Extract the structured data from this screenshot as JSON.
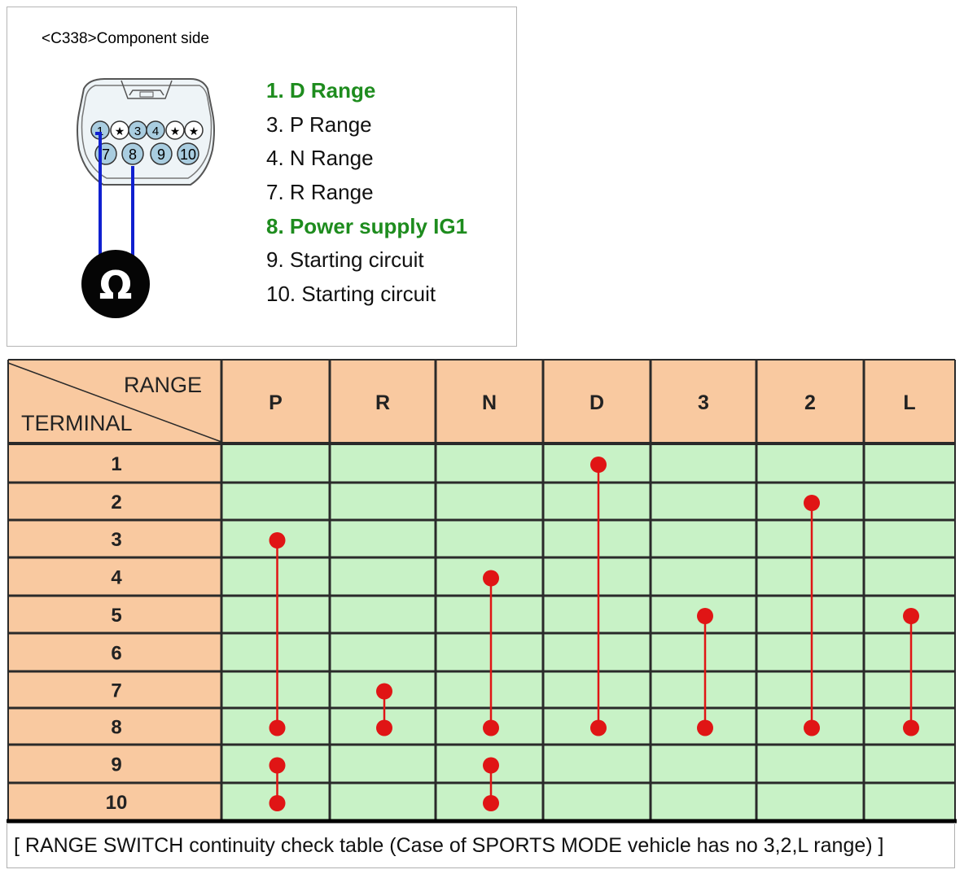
{
  "connector": {
    "title": "<C338>Component side",
    "pin_labels_top": [
      "1",
      "★",
      "3",
      "4",
      "★",
      "★"
    ],
    "pin_labels_bottom": [
      "7",
      "8",
      "9",
      "10"
    ],
    "meter_symbol": "Ω",
    "pins": [
      {
        "text": "1. D Range",
        "highlight": true
      },
      {
        "text": "3. P Range",
        "highlight": false
      },
      {
        "text": "4. N Range",
        "highlight": false
      },
      {
        "text": "7. R Range",
        "highlight": false
      },
      {
        "text": "8. Power supply IG1",
        "highlight": true
      },
      {
        "text": "9. Starting circuit",
        "highlight": false
      },
      {
        "text": "10. Starting circuit",
        "highlight": false
      }
    ]
  },
  "table": {
    "header_range": "RANGE",
    "header_terminal": "TERMINAL",
    "ranges": [
      "P",
      "R",
      "N",
      "D",
      "3",
      "2",
      "L"
    ],
    "terminals": [
      "1",
      "2",
      "3",
      "4",
      "5",
      "6",
      "7",
      "8",
      "9",
      "10"
    ],
    "continuity": [
      {
        "range": "P",
        "groups": [
          [
            3,
            8
          ],
          [
            9,
            10
          ]
        ]
      },
      {
        "range": "R",
        "groups": [
          [
            7,
            8
          ]
        ]
      },
      {
        "range": "N",
        "groups": [
          [
            4,
            8
          ],
          [
            9,
            10
          ]
        ]
      },
      {
        "range": "D",
        "groups": [
          [
            1,
            8
          ]
        ]
      },
      {
        "range": "3",
        "groups": [
          [
            5,
            8
          ]
        ]
      },
      {
        "range": "2",
        "groups": [
          [
            2,
            8
          ]
        ]
      },
      {
        "range": "L",
        "groups": [
          [
            5,
            8
          ]
        ]
      }
    ],
    "caption": "[ RANGE SWITCH continuity check table (Case of SPORTS MODE vehicle has no 3,2,L range) ]"
  },
  "colors": {
    "header_fill": "#f9c9a0",
    "body_fill": "#c8f2c6",
    "dot": "#e01515",
    "wire": "#1020d0",
    "highlight_text": "#1e8c1e"
  }
}
